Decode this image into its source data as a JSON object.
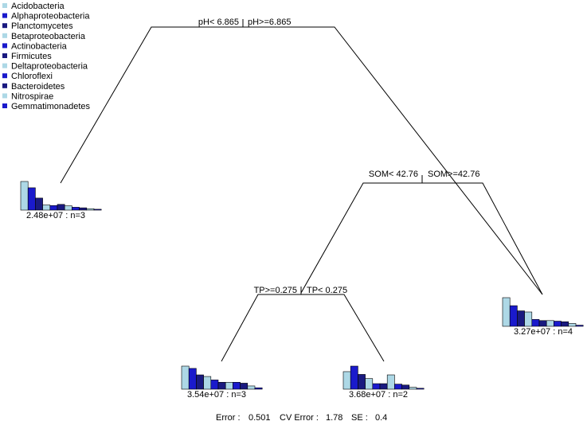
{
  "legend": {
    "items": [
      {
        "label": "Acidobacteria",
        "color": "#add8e6"
      },
      {
        "label": "Alphaproteobacteria",
        "color": "#1a1acc"
      },
      {
        "label": "Planctomycetes",
        "color": "#1a1a80"
      },
      {
        "label": "Betaproteobacteria",
        "color": "#add8e6"
      },
      {
        "label": "Actinobacteria",
        "color": "#1a1acc"
      },
      {
        "label": "Firmicutes",
        "color": "#1a1a80"
      },
      {
        "label": "Deltaproteobacteria",
        "color": "#add8e6"
      },
      {
        "label": "Chloroflexi",
        "color": "#1a1acc"
      },
      {
        "label": "Bacteroidetes",
        "color": "#1a1a80"
      },
      {
        "label": "Nitrospirae",
        "color": "#add8e6"
      },
      {
        "label": "Gemmatimonadetes",
        "color": "#1a1acc"
      }
    ]
  },
  "tree": {
    "splits": {
      "root_left": "pH< 6.865",
      "root_right": "pH>=6.865",
      "som_left": "SOM< 42.76",
      "som_right": "SOM>=42.76",
      "tp_left": "TP>=0.275",
      "tp_right": "TP< 0.275"
    },
    "leaves": {
      "leaf1": {
        "label": "2.48e+07 : n=3",
        "values": [
          1.0,
          0.78,
          0.42,
          0.18,
          0.16,
          0.2,
          0.15,
          0.1,
          0.08,
          0.05,
          0.03
        ]
      },
      "leaf2": {
        "label": "3.54e+07 : n=3",
        "values": [
          1.0,
          0.9,
          0.62,
          0.55,
          0.4,
          0.3,
          0.3,
          0.3,
          0.26,
          0.14,
          0.06
        ]
      },
      "leaf3": {
        "label": "3.68e+07 : n=2",
        "values": [
          0.76,
          1.0,
          0.64,
          0.46,
          0.24,
          0.24,
          0.62,
          0.22,
          0.18,
          0.08,
          0.04
        ]
      },
      "leaf4": {
        "label": "3.27e+07 : n=4",
        "values": [
          1.0,
          0.72,
          0.54,
          0.5,
          0.24,
          0.2,
          0.2,
          0.18,
          0.16,
          0.1,
          0.04
        ]
      }
    }
  },
  "footer": {
    "error_label": "Error :",
    "error_value": "0.501",
    "cv_label": "CV Error :",
    "cv_value": "1.78",
    "se_label": "SE :",
    "se_value": "0.4"
  }
}
